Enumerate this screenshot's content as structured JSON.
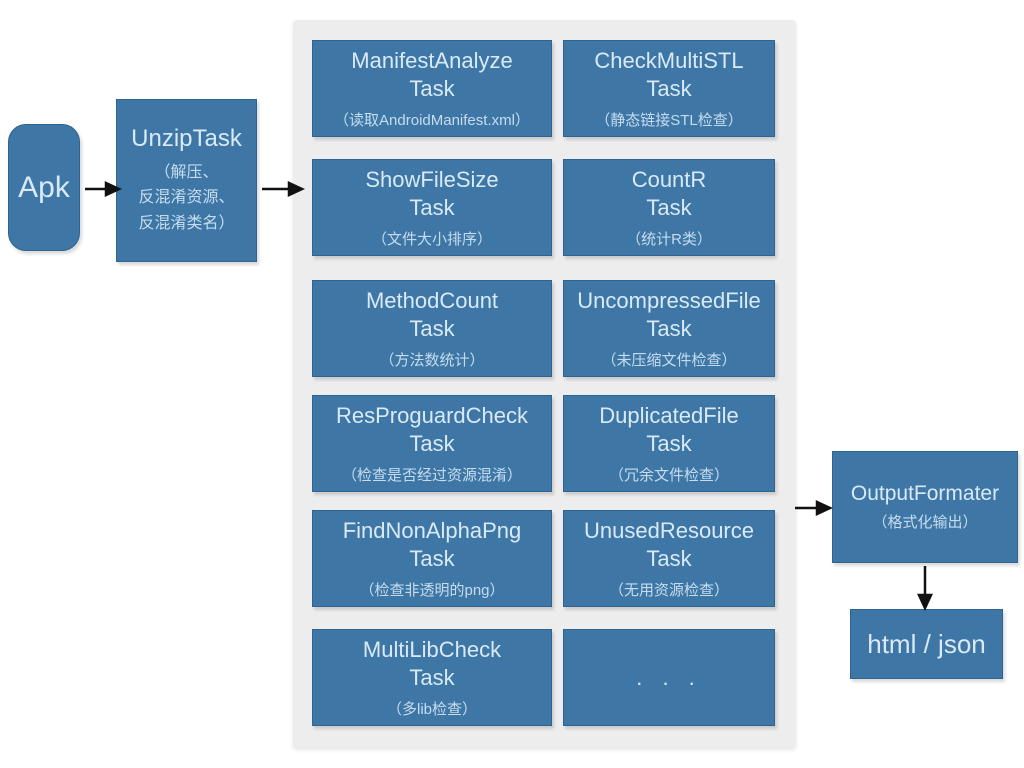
{
  "colors": {
    "box_blue": "#3e77a6",
    "box_border": "#2e6492",
    "panel_bg": "#ededee",
    "title_text": "#d9eaf6",
    "subtitle_text": "#c6dcee",
    "arrow": "#111111",
    "page_bg": "#ffffff"
  },
  "input": {
    "label": "Apk"
  },
  "unzip": {
    "title": "UnzipTask",
    "sub_lines": [
      "（解压、",
      "反混淆资源、",
      "反混淆类名）"
    ]
  },
  "tasks": [
    {
      "id": "manifest-analyze",
      "title": "ManifestAnalyze",
      "title2": "Task",
      "subtitle": "（读取AndroidManifest.xml）"
    },
    {
      "id": "check-multi-stl",
      "title": "CheckMultiSTL",
      "title2": "Task",
      "subtitle": "（静态链接STL检查）"
    },
    {
      "id": "show-file-size",
      "title": "ShowFileSize",
      "title2": "Task",
      "subtitle": "（文件大小排序）"
    },
    {
      "id": "count-r",
      "title": "CountR",
      "title2": "Task",
      "subtitle": "（统计R类）"
    },
    {
      "id": "method-count",
      "title": "MethodCount",
      "title2": "Task",
      "subtitle": "（方法数统计）"
    },
    {
      "id": "uncompressed-file",
      "title": "UncompressedFile",
      "title2": "Task",
      "subtitle": "（未压缩文件检查）"
    },
    {
      "id": "res-proguard-check",
      "title": "ResProguardCheck",
      "title2": "Task",
      "subtitle": "（检查是否经过资源混淆）"
    },
    {
      "id": "duplicated-file",
      "title": "DuplicatedFile",
      "title2": "Task",
      "subtitle": "（冗余文件检查）"
    },
    {
      "id": "find-non-alpha-png",
      "title": "FindNonAlphaPng",
      "title2": "Task",
      "subtitle": "（检查非透明的png）"
    },
    {
      "id": "unused-resource",
      "title": "UnusedResource",
      "title2": "Task",
      "subtitle": "（无用资源检查）"
    },
    {
      "id": "multi-lib-check",
      "title": "MultiLibCheck",
      "title2": "Task",
      "subtitle": "（多lib检查）"
    },
    {
      "id": "more-tasks",
      "ellipsis": ". . ."
    }
  ],
  "output": {
    "title": "OutputFormater",
    "subtitle": "（格式化输出）"
  },
  "result": {
    "label": "html / json"
  }
}
